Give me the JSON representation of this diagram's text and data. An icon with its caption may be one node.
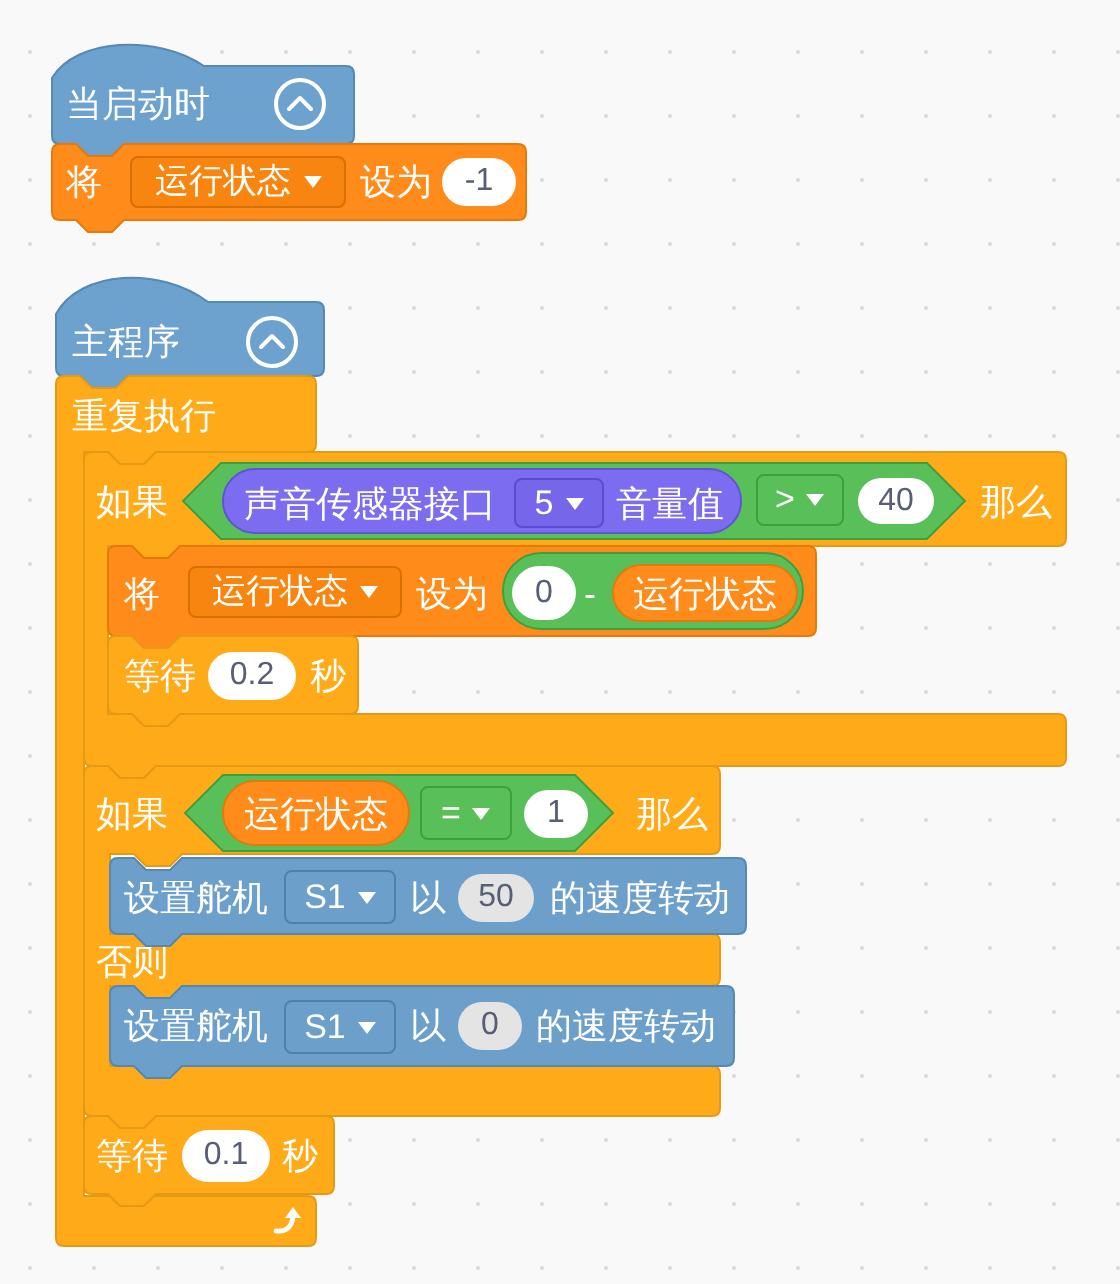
{
  "diagram": {
    "nodes": [
      {
        "text": [
          "当启动时"
        ]
      },
      {
        "text": [
          "将",
          "设为"
        ]
      },
      {
        "text": [
          "运行状态"
        ],
        "in": 1
      },
      {
        "text": [
          "-1"
        ],
        "in": 1
      },
      {
        "text": [
          "主程序"
        ]
      },
      {
        "text": [
          "重复执行"
        ]
      },
      {
        "text": [
          "如果",
          "那么"
        ]
      },
      {
        "text": [],
        "shape": "hexagon",
        "in": 6
      },
      {
        "text": [
          "声音传感器接口",
          "音量值"
        ],
        "in": 7
      },
      {
        "text": [
          "5"
        ],
        "in": 8
      },
      {
        "text": [
          ">"
        ],
        "in": 7
      },
      {
        "text": [
          "40"
        ],
        "in": 7
      },
      {
        "text": [
          "将",
          "设为"
        ],
        "in": 6
      },
      {
        "text": [
          "运行状态"
        ],
        "in": 12
      },
      {
        "text": [
          "-"
        ],
        "in": 12
      },
      {
        "text": [
          "0"
        ],
        "in": 14
      },
      {
        "text": [
          "运行状态"
        ],
        "in": 14
      },
      {
        "text": [
          "等待",
          "秒"
        ],
        "in": 6
      },
      {
        "text": [
          "0.2"
        ],
        "in": 17
      },
      {
        "text": [
          "如果",
          "那么",
          "否则"
        ]
      },
      {
        "text": [],
        "shape": "hexagon",
        "in": 19
      },
      {
        "text": [
          "运行状态"
        ],
        "in": 20
      },
      {
        "text": [
          "="
        ],
        "in": 20
      },
      {
        "text": [
          "1"
        ],
        "in": 20
      },
      {
        "text": [
          "设置舵机",
          "以",
          "的速度转动"
        ],
        "in": 19
      },
      {
        "text": [
          "S1"
        ],
        "in": 24
      },
      {
        "text": [
          "50"
        ],
        "in": 24
      },
      {
        "text": [
          "设置舵机",
          "以",
          "的速度转动"
        ],
        "in": 19
      },
      {
        "text": [
          "S1"
        ],
        "in": 27
      },
      {
        "text": [
          "0"
        ],
        "in": 27
      },
      {
        "text": [
          "等待",
          "秒"
        ],
        "in": 5
      },
      {
        "text": [
          "0.1"
        ],
        "in": 30
      }
    ]
  }
}
